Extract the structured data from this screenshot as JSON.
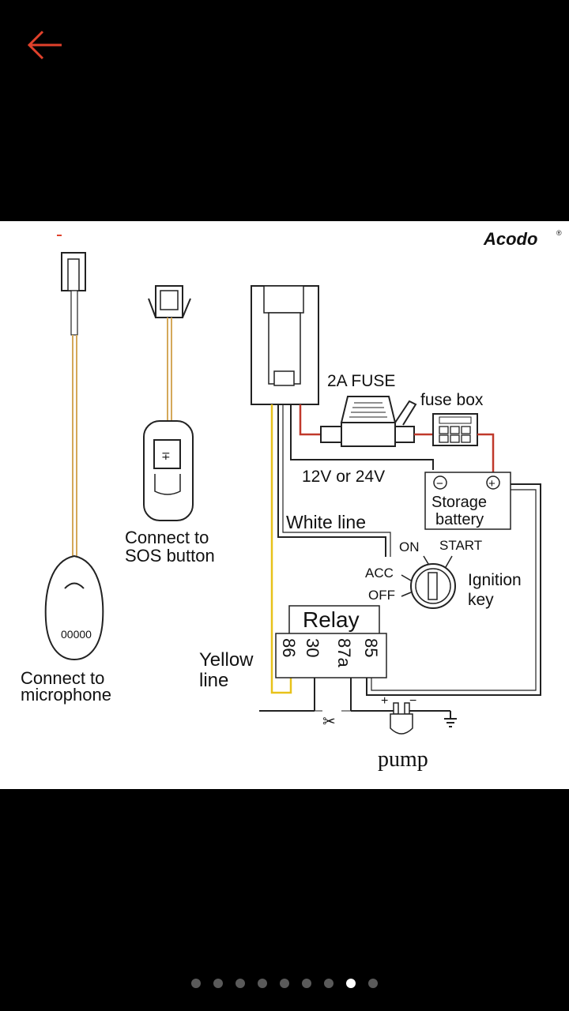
{
  "toolbar": {
    "back_icon": "arrow-left-icon",
    "accent_color": "#e0412b"
  },
  "diagram": {
    "brand": "Acodo",
    "brand_mark": "®",
    "brand_color": "#c8202a",
    "fuse_label": "2A FUSE",
    "fuse_box_label": "fuse box",
    "voltage_label": "12V or 24V",
    "battery_minus": "−",
    "battery_plus": "+",
    "battery_label_1": "Storage",
    "battery_label_2": "battery",
    "white_line_label": "White line",
    "ignition_on": "ON",
    "ignition_start": "START",
    "ignition_acc": "ACC",
    "ignition_off": "OFF",
    "ignition_label_1": "Ignition",
    "ignition_label_2": "key",
    "relay_label": "Relay",
    "relay_pins": [
      "86",
      "30",
      "87a",
      "85"
    ],
    "yellow_line_label_1": "Yellow",
    "yellow_line_label_2": "line",
    "pump_label": "pump",
    "pump_plus": "+",
    "pump_minus": "−",
    "sos_label_1": "Connect to",
    "sos_label_2": "SOS button",
    "mic_label_1": "Connect to",
    "mic_label_2": "microphone",
    "wire_colors": {
      "red": "#c0392b",
      "yellow": "#e8c21a",
      "wire": "#222222"
    }
  },
  "pager": {
    "count": 9,
    "active_index": 7
  }
}
